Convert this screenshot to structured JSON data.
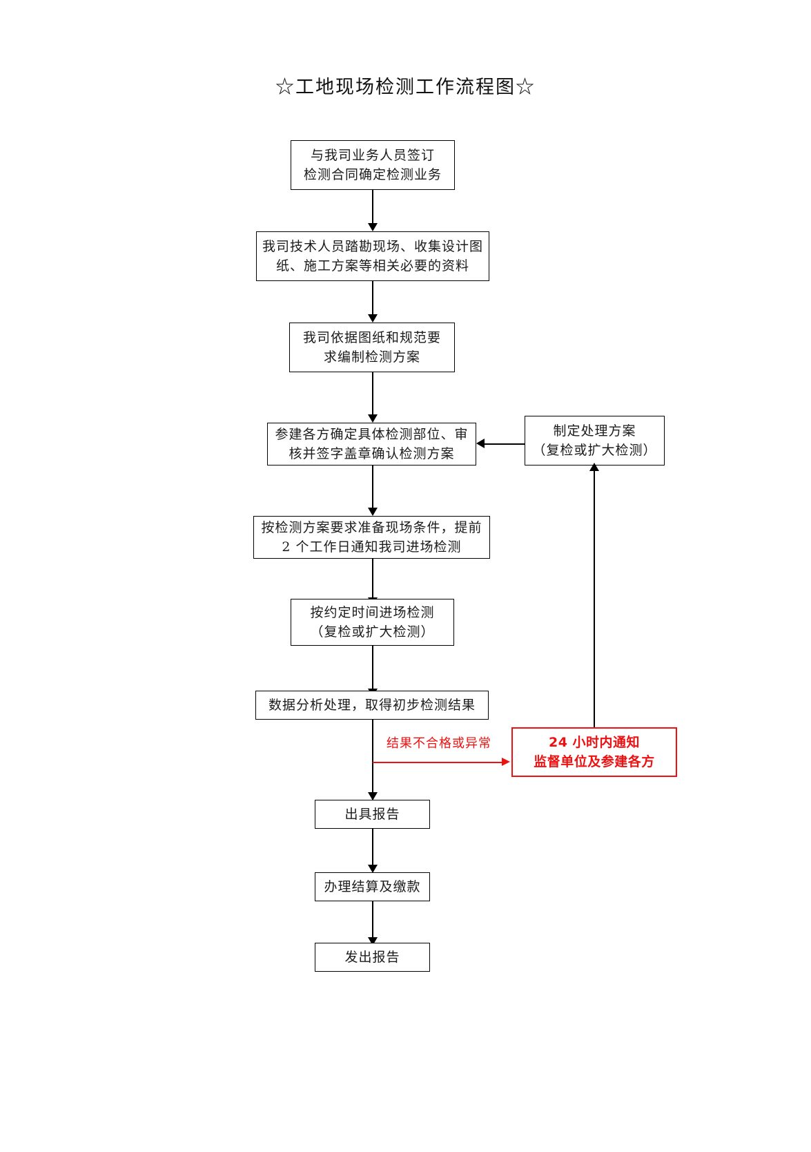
{
  "page": {
    "title": "☆工地现场检测工作流程图☆",
    "background_color": "#ffffff",
    "alert_color": "#ee1111",
    "line_color": "#000000"
  },
  "chart_data": {
    "type": "diagram",
    "diagram_kind": "flowchart",
    "title": "☆工地现场检测工作流程图☆",
    "orientation": "top-to-bottom",
    "nodes": [
      {
        "id": "n1",
        "lines": [
          "与我司业务人员签订",
          "检测合同确定检测业务"
        ],
        "style": "black-box"
      },
      {
        "id": "n2",
        "lines": [
          "我司技术人员踏勘现场、收集设计图",
          "纸、施工方案等相关必要的资料"
        ],
        "style": "black-box"
      },
      {
        "id": "n3",
        "lines": [
          "我司依据图纸和规范要",
          "求编制检测方案"
        ],
        "style": "black-box"
      },
      {
        "id": "n4",
        "lines": [
          "参建各方确定具体检测部位、审",
          "核并签字盖章确认检测方案"
        ],
        "style": "black-box"
      },
      {
        "id": "n5",
        "lines": [
          "按检测方案要求准备现场条件，提前",
          "2 个工作日通知我司进场检测"
        ],
        "style": "black-box"
      },
      {
        "id": "n6",
        "lines": [
          "按约定时间进场检测",
          "（复检或扩大检测）"
        ],
        "style": "black-box"
      },
      {
        "id": "n7",
        "lines": [
          "数据分析处理，取得初步检测结果"
        ],
        "style": "black-box"
      },
      {
        "id": "n8",
        "lines": [
          "出具报告"
        ],
        "style": "black-box"
      },
      {
        "id": "n9",
        "lines": [
          "办理结算及缴款"
        ],
        "style": "black-box"
      },
      {
        "id": "n10",
        "lines": [
          "发出报告"
        ],
        "style": "black-box"
      },
      {
        "id": "s1",
        "lines": [
          "制定处理方案",
          "（复检或扩大检测）"
        ],
        "style": "black-box"
      },
      {
        "id": "s2",
        "lines": [
          "24 小时内通知",
          "监督单位及参建各方"
        ],
        "style": "red-box"
      }
    ],
    "edges": [
      {
        "from": "n1",
        "to": "n2",
        "label": "",
        "color": "#000000"
      },
      {
        "from": "n2",
        "to": "n3",
        "label": "",
        "color": "#000000"
      },
      {
        "from": "n3",
        "to": "n4",
        "label": "",
        "color": "#000000"
      },
      {
        "from": "n4",
        "to": "n5",
        "label": "",
        "color": "#000000"
      },
      {
        "from": "n5",
        "to": "n6",
        "label": "",
        "color": "#000000"
      },
      {
        "from": "n6",
        "to": "n7",
        "label": "",
        "color": "#000000"
      },
      {
        "from": "n7",
        "to": "n8",
        "label": "",
        "color": "#000000"
      },
      {
        "from": "n8",
        "to": "n9",
        "label": "",
        "color": "#000000"
      },
      {
        "from": "n9",
        "to": "n10",
        "label": "",
        "color": "#000000"
      },
      {
        "from": "n7",
        "to": "s2",
        "label": "结果不合格或异常",
        "color": "#ee1111"
      },
      {
        "from": "s2",
        "to": "s1",
        "label": "",
        "color": "#000000"
      },
      {
        "from": "s1",
        "to": "n4",
        "label": "",
        "color": "#000000"
      }
    ],
    "edge_labels": [
      "结果不合格或异常"
    ]
  },
  "nodes": {
    "n1": {
      "l1": "与我司业务人员签订",
      "l2": "检测合同确定检测业务"
    },
    "n2": {
      "l1": "我司技术人员踏勘现场、收集设计图",
      "l2": "纸、施工方案等相关必要的资料"
    },
    "n3": {
      "l1": "我司依据图纸和规范要",
      "l2": "求编制检测方案"
    },
    "n4": {
      "l1": "参建各方确定具体检测部位、审",
      "l2": "核并签字盖章确认检测方案"
    },
    "n5": {
      "l1": "按检测方案要求准备现场条件，提前",
      "l2": "2 个工作日通知我司进场检测"
    },
    "n6": {
      "l1": "按约定时间进场检测",
      "l2": "（复检或扩大检测）"
    },
    "n7": {
      "l1": "数据分析处理，取得初步检测结果"
    },
    "n8": {
      "l1": "出具报告"
    },
    "n9": {
      "l1": "办理结算及缴款"
    },
    "n10": {
      "l1": "发出报告"
    },
    "s1": {
      "l1": "制定处理方案",
      "l2": "（复检或扩大检测）"
    },
    "s2": {
      "l1": "24 小时内通知",
      "l2": "监督单位及参建各方"
    }
  },
  "labels": {
    "branch_fail": "结果不合格或异常"
  }
}
